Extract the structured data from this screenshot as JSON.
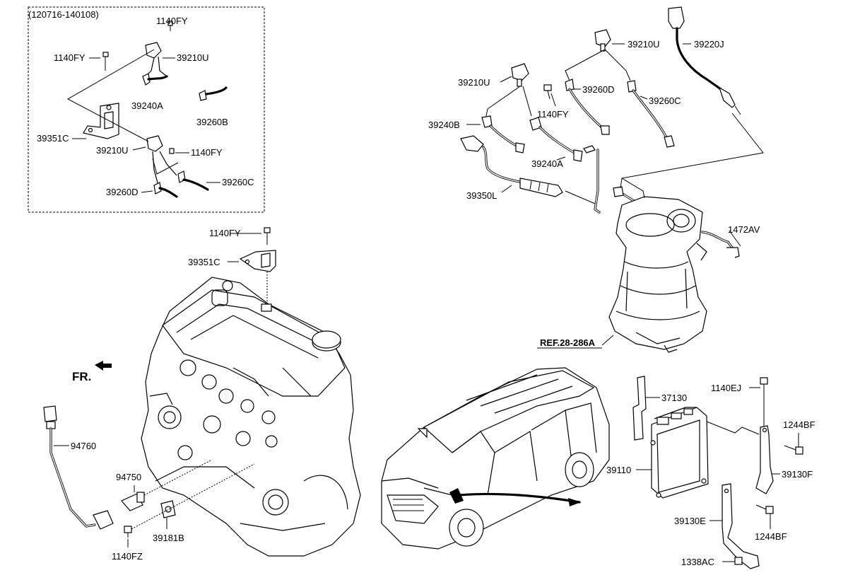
{
  "inset": {
    "title": "(120716-140108)"
  },
  "labels": {
    "inset_1140fy_top": "1140FY",
    "inset_1140fy_left": "1140FY",
    "inset_39210u_top": "39210U",
    "inset_39240a": "39240A",
    "inset_39260b": "39260B",
    "inset_39351c": "39351C",
    "inset_39210u_mid": "39210U",
    "inset_1140fy_mid": "1140FY",
    "inset_39260d": "39260D",
    "inset_39260c": "39260C",
    "tr_39210u_top": "39210U",
    "tr_39220j": "39220J",
    "tr_39210u_left": "39210U",
    "tr_39260d": "39260D",
    "tr_39260c": "39260C",
    "tr_1140fy": "1140FY",
    "tr_39240b": "39240B",
    "tr_39240a": "39240A",
    "tr_39350l": "39350L",
    "tr_1472av": "1472AV",
    "ref": "REF.28-286A",
    "eng_1140fy": "1140FY",
    "eng_39351c": "39351C",
    "fr": "FR.",
    "l_94760": "94760",
    "l_94750": "94750",
    "l_1140fz": "1140FZ",
    "l_39181b": "39181B",
    "r_37130": "37130",
    "r_1140ej": "1140EJ",
    "r_1244bf_top": "1244BF",
    "r_39110": "39110",
    "r_39130f": "39130F",
    "r_39130e": "39130E",
    "r_1244bf_bot": "1244BF",
    "r_1338ac": "1338AC"
  }
}
